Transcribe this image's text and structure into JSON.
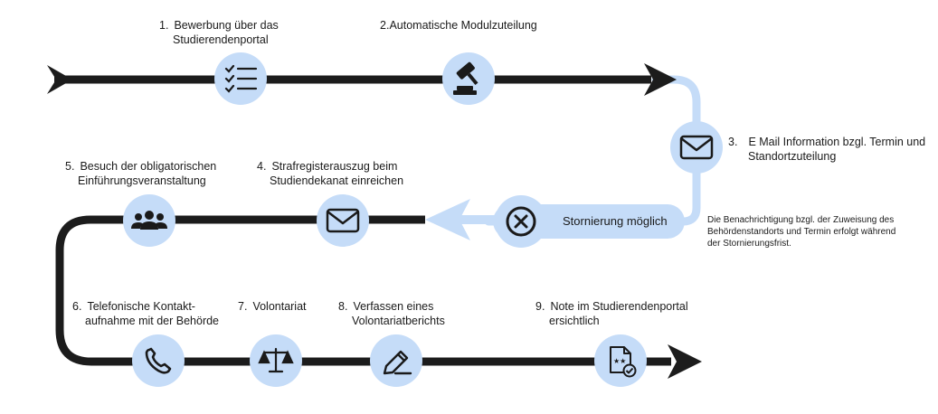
{
  "steps": [
    {
      "num": "1.",
      "line1": "Bewerbung über das",
      "line2": "Studierendenportal",
      "icon": "checklist-icon"
    },
    {
      "num": "2.",
      "line1": "Automatische Modulzuteilung",
      "line2": "",
      "icon": "gavel-icon"
    },
    {
      "num": "3.",
      "line1": "E Mail Information bzgl. Termin und",
      "line2": "Standortzuteilung",
      "icon": "mail-icon"
    },
    {
      "num": "4.",
      "line1": "Strafregisterauszug beim",
      "line2": "Studiendekanat einreichen",
      "icon": "mail-icon"
    },
    {
      "num": "5.",
      "line1": "Besuch der obligatorischen",
      "line2": "Einführungsveranstaltung",
      "icon": "group-icon"
    },
    {
      "num": "6.",
      "line1": "Telefonische Kontakt-",
      "line2": "aufnahme mit der Behörde",
      "icon": "phone-icon"
    },
    {
      "num": "7.",
      "line1": "Volontariat",
      "line2": "",
      "icon": "scales-icon"
    },
    {
      "num": "8.",
      "line1": "Verfassen eines",
      "line2": "Volontariatberichts",
      "icon": "pencil-icon"
    },
    {
      "num": "9.",
      "line1": "Note im Studierendenportal",
      "line2": "ersichtlich",
      "icon": "document-check-icon"
    }
  ],
  "cancellation": {
    "label": "Stornierung möglich",
    "icon": "cancel-x-icon"
  },
  "note": {
    "line1": "Die Benachrichtigung bzgl. der Zuweisung des",
    "line2": "Behördenstandorts und Termin erfolgt während",
    "line3": "der Stornierungsfrist."
  },
  "colors": {
    "line": "#1c1c1c",
    "circle": "#c5dcf8",
    "highlight": "#c5dcf8",
    "icon": "#1a1a1a"
  }
}
